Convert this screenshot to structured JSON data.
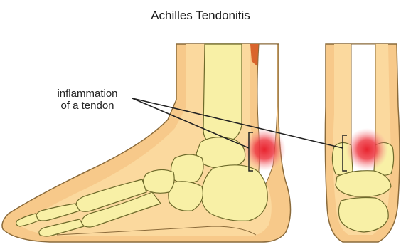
{
  "title": "Achilles Tendonitis",
  "annotation": {
    "line1": "inflammation",
    "line2": "of a tendon"
  },
  "colors": {
    "skin": "#f7c98a",
    "skin_outline": "#8a6a3a",
    "bone": "#f8f0a6",
    "bone_outline": "#6d6a2a",
    "muscle": "#d9642c",
    "inflammation": "#e8232e",
    "tendon": "#ffffff"
  }
}
